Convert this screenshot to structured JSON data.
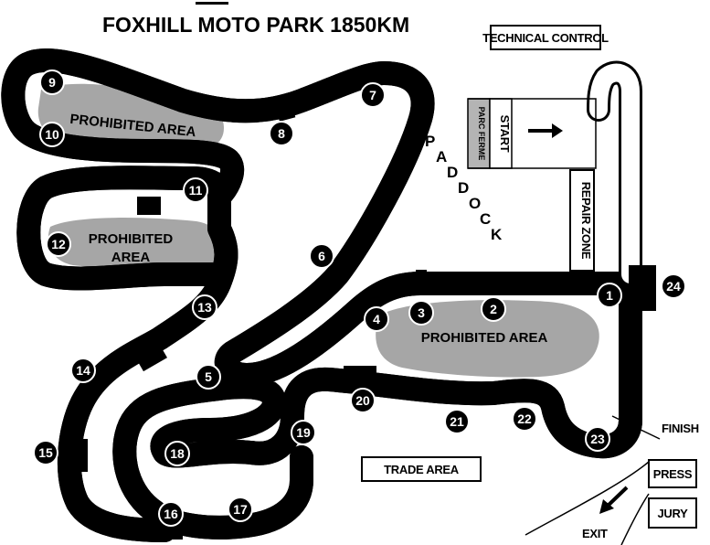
{
  "title": "FOXHILL MOTO PARK 1850KM",
  "labels": {
    "technical_control": "TECHNICAL CONTROL",
    "parc_ferme": "PARC FERME",
    "start": "START",
    "repair_zone": "REPAIR ZONE",
    "paddock": "PADDOCK",
    "prohibited_area_top": "PROHIBITED AREA",
    "prohibited_area_left_line1": "PROHIBITED",
    "prohibited_area_left_line2": "AREA",
    "prohibited_area_center": "PROHIBITED AREA",
    "trade_area": "TRADE AREA",
    "finish": "FINISH",
    "press": "PRESS",
    "jury": "JURY",
    "exit": "EXIT"
  },
  "markers": [
    "1",
    "2",
    "3",
    "4",
    "5",
    "6",
    "7",
    "8",
    "9",
    "10",
    "11",
    "12",
    "13",
    "14",
    "15",
    "16",
    "17",
    "18",
    "19",
    "20",
    "21",
    "22",
    "23",
    "24"
  ],
  "colors": {
    "track": "#000000",
    "marker_fill": "#000000",
    "marker_alt_fill": "#ffffff",
    "prohibited_area": "#a6a6a6",
    "parc_ferme": "#b4b4b4"
  }
}
